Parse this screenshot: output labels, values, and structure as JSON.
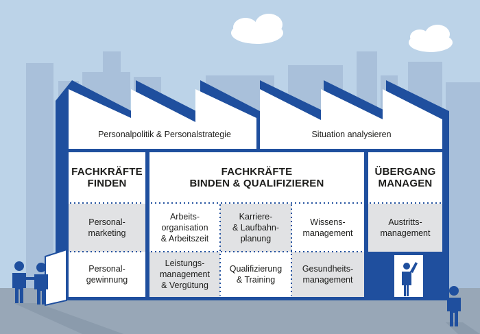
{
  "colors": {
    "sky": "#bcd3e8",
    "city": "#a7bfd9",
    "ground": "#97a6b6",
    "building_frame": "#1f4f9e",
    "panel_white": "#ffffff",
    "panel_grey": "#e0e1e3",
    "person": "#1f4f9e"
  },
  "roof": {
    "left_label": "Personalpolitik & Personalstrategie",
    "right_label": "Situation analysieren"
  },
  "columns": {
    "left": {
      "heading": "FACHKRÄFTE\nFINDEN",
      "cells": [
        "Personal-\nmarketing",
        "Personal-\ngewinnung"
      ]
    },
    "middle": {
      "heading": "FACHKRÄFTE\nBINDEN & QUALIFIZIEREN",
      "cells": [
        "Arbeits-\norganisation\n& Arbeitszeit",
        "Karriere-\n& Laufbahn-\nplanung",
        "Wissens-\nmanagement",
        "Leistungs-\nmanagement\n& Vergütung",
        "Qualifizierung\n& Training",
        "Gesundheits-\nmanagement"
      ]
    },
    "right": {
      "heading": "ÜBERGANG\nMANAGEN",
      "cells": [
        "Austritts-\nmanagement"
      ]
    }
  },
  "icons": [
    "cloud-icon",
    "person-icon",
    "door-icon",
    "waving-person-icon"
  ]
}
